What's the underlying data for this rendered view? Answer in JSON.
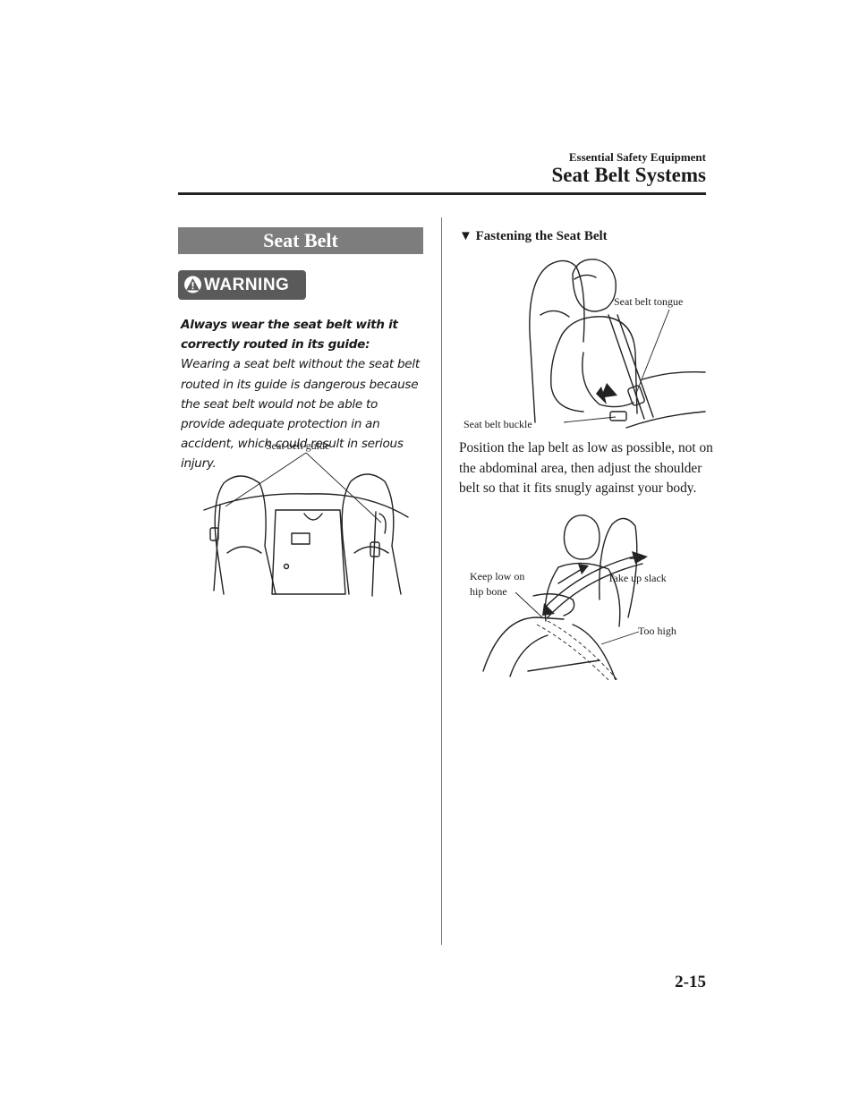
{
  "header": {
    "section": "Essential Safety Equipment",
    "title": "Seat Belt Systems"
  },
  "left": {
    "section_title": "Seat Belt",
    "warning_label": "WARNING",
    "warning_lead": "Always wear the seat belt with it correctly routed in its guide:",
    "warning_body": "Wearing a seat belt without the seat belt routed in its guide is dangerous because the seat belt would not be able to provide adequate protection in an accident, which could result in serious injury.",
    "figure_callout": "Seat belt guide"
  },
  "right": {
    "subheading": "Fastening the Seat Belt",
    "subheading_marker": "▼",
    "figure1": {
      "callout_tongue": "Seat belt tongue",
      "callout_buckle": "Seat belt buckle"
    },
    "paragraph": "Position the lap belt as low as possible, not on the abdominal area, then adjust the shoulder belt so that it fits snugly against your body.",
    "figure2": {
      "callout_low_line1": "Keep low on",
      "callout_low_line2": "hip bone",
      "callout_slack": "Take up slack",
      "callout_high": "Too high"
    }
  },
  "footer": {
    "page_number": "2-15"
  },
  "colors": {
    "section_bar": "#7d7d7d",
    "warning_badge": "#5a5a5a",
    "text": "#1a1a1a"
  }
}
